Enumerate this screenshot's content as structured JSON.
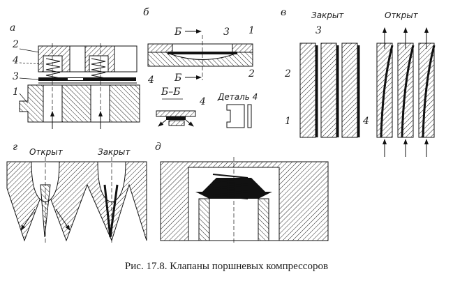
{
  "figure": {
    "panels": {
      "a": {
        "label": "а",
        "parts": [
          "2",
          "4",
          "3",
          "1"
        ]
      },
      "b": {
        "label": "б",
        "section_mark": "Б",
        "section_mark_bottom": "Б",
        "parts": [
          "3",
          "1",
          "4",
          "2"
        ],
        "section_title": "Б–Б",
        "section_part": "4",
        "detail_title": "Деталь 4"
      },
      "v": {
        "label": "в",
        "closed": "Закрыт",
        "open": "Открыт",
        "parts": [
          "3",
          "2",
          "1",
          "4"
        ]
      },
      "g": {
        "label": "г",
        "open": "Открыт",
        "closed": "Закрыт"
      },
      "d": {
        "label": "д"
      }
    },
    "caption": "Рис. 17.8. Клапаны поршневых компрессоров"
  }
}
